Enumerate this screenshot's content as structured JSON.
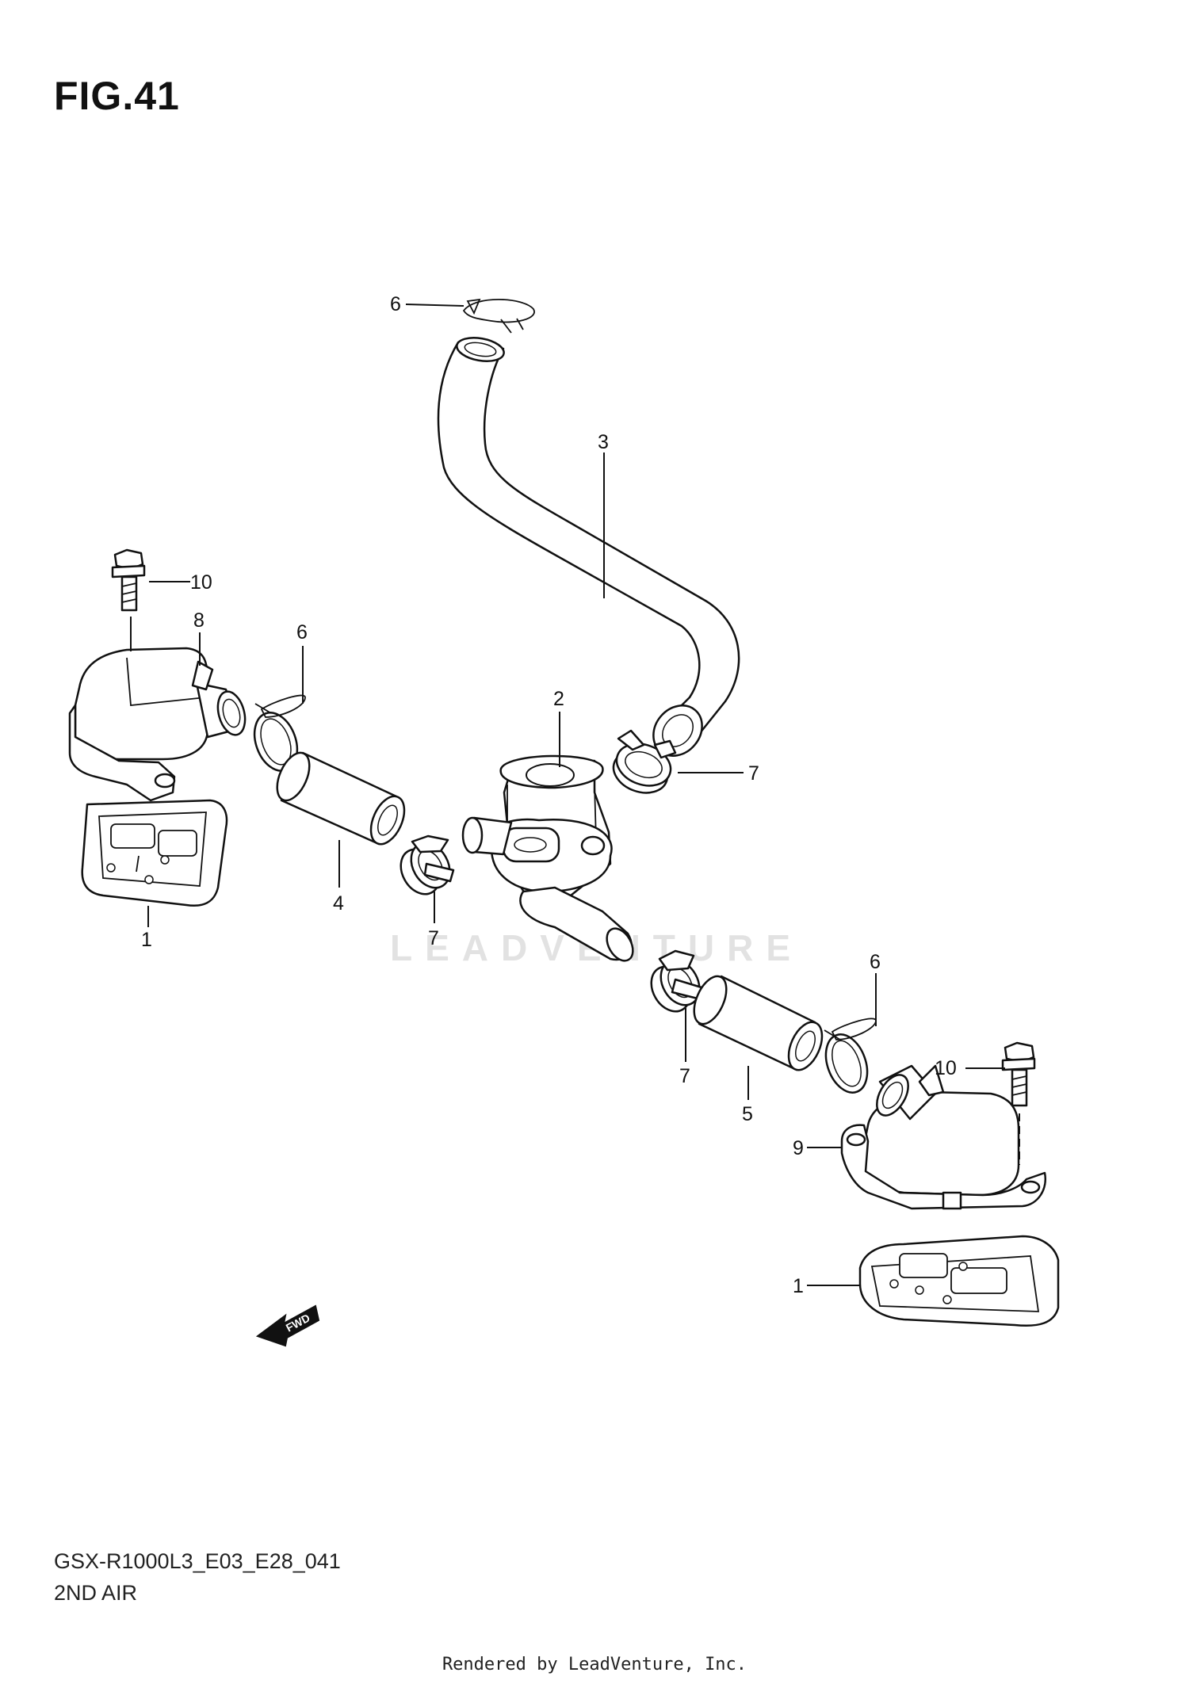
{
  "figure": {
    "title": "FIG.41",
    "model_code": "GSX-R1000L3_E03_E28_041",
    "section_name": "2ND AIR",
    "rendered_by": "Rendered by LeadVenture, Inc.",
    "watermark": "LEADVENTURE",
    "fwd_label": "FWD"
  },
  "callouts": {
    "c1_left": "1",
    "c1_right": "1",
    "c2": "2",
    "c3": "3",
    "c4": "4",
    "c5": "5",
    "c6_top": "6",
    "c6_left": "6",
    "c6_right": "6",
    "c7_upper": "7",
    "c7_mid": "7",
    "c7_lower": "7",
    "c8": "8",
    "c9": "9",
    "c10_left": "10",
    "c10_right": "10"
  }
}
